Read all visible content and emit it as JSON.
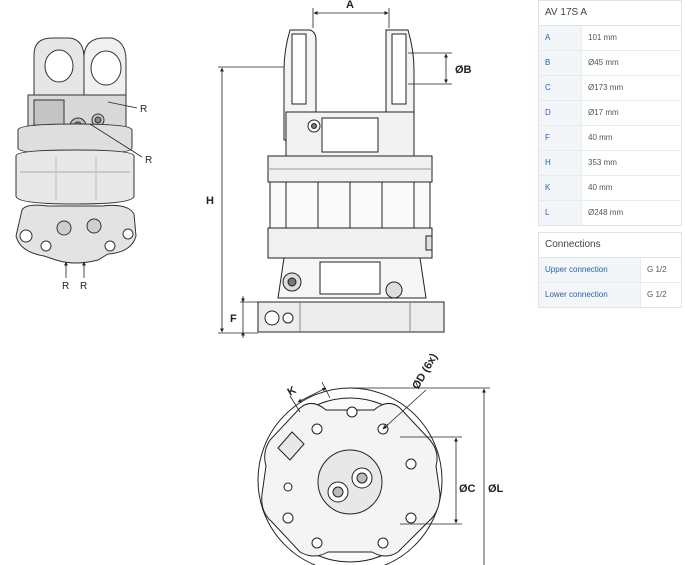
{
  "spec_table": {
    "title": "AV 17S A",
    "rows": [
      {
        "key": "A",
        "value": "101 mm"
      },
      {
        "key": "B",
        "value": "Ø45 mm"
      },
      {
        "key": "C",
        "value": "Ø173 mm"
      },
      {
        "key": "D",
        "value": "Ø17 mm"
      },
      {
        "key": "F",
        "value": "40 mm"
      },
      {
        "key": "H",
        "value": "353 mm"
      },
      {
        "key": "K",
        "value": "40 mm"
      },
      {
        "key": "L",
        "value": "Ø248 mm"
      }
    ]
  },
  "connections": {
    "title": "Connections",
    "rows": [
      {
        "key": "Upper connection",
        "value": "G 1/2"
      },
      {
        "key": "Lower connection",
        "value": "G 1/2"
      }
    ]
  },
  "drawing_labels": {
    "r1": "R",
    "r2": "R",
    "r3": "R",
    "r4": "R",
    "a": "A",
    "b": "ØB",
    "h": "H",
    "f": "F",
    "k": "K",
    "d": "ØD (6x)",
    "c": "ØC",
    "l": "ØL"
  }
}
